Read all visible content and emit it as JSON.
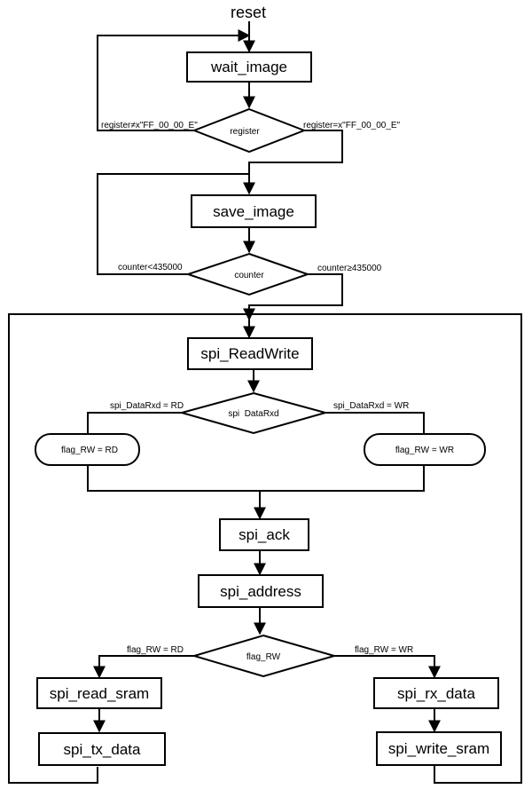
{
  "diagram": {
    "start_label": "reset",
    "states": {
      "wait_image": "wait_image",
      "save_image": "save_image",
      "spi_readwrite": "spi_ReadWrite",
      "spi_ack": "spi_ack",
      "spi_address": "spi_address",
      "spi_read_sram": "spi_read_sram",
      "spi_tx_data": "spi_tx_data",
      "spi_rx_data": "spi_rx_data",
      "spi_write_sram": "spi_write_sram"
    },
    "decisions": {
      "register": "register",
      "counter": "counter",
      "spi_datarxd": "spi  DataRxd",
      "flag_rw": "flag_RW"
    },
    "actions": {
      "flag_rw_rd": "flag_RW = RD",
      "flag_rw_wr": "flag_RW = WR"
    },
    "conditions": {
      "register_not_equal": "register≠x\"FF_00_00_E\"",
      "register_equal": "register=x\"FF_00_00_E\"",
      "counter_less": "counter<435000",
      "counter_geq": "counter≥435000",
      "datarxd_rd": "spi_DataRxd = RD",
      "datarxd_wr": "spi_DataRxd = WR",
      "flag_rd": "flag_RW = RD",
      "flag_wr": "flag_RW = WR"
    }
  }
}
